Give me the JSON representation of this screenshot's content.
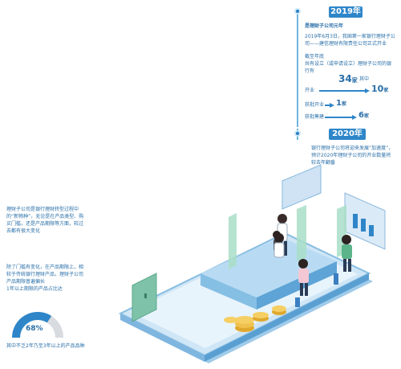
{
  "card2019": {
    "year": "2019年",
    "heading": "是理财子公司元年",
    "body": "2019年6月3日，我国第一家银行理财子公司——建信理财有限责任公司正式开业",
    "stat_intro": "截至年底\n共有设立（或申请设立）理财子公司的银行有",
    "total_num": "34",
    "total_unit": "家",
    "total_suffix": "其中",
    "rows": [
      {
        "label": "开业",
        "num": "10",
        "unit": "家",
        "share": 0.294
      },
      {
        "label": "获批开业",
        "num": "1",
        "unit": "家",
        "share": 0.029
      },
      {
        "label": "获批筹建",
        "num": "6",
        "unit": "家",
        "share": 0.176
      }
    ]
  },
  "card2020": {
    "year": "2020年",
    "body": "银行理财子公司将迎来发展“加速度”，预计2020年理财子公司的开业数量将较去年翻番"
  },
  "left": {
    "para1": "理财子公司是银行理财转型过程中的“新物种”，无论是在产品类型、购买门槛，还是产品期限等方面，较过去都有很大变化",
    "para2": "除了门槛有变化，在产品期限上，相较于传统银行理财产品，理财子公司产品期限普遍偏长\n1年以上期限的产品占比达",
    "percent": "68%",
    "percent_value": 0.68,
    "para3": "其中不乏2年乃至3年以上的产品品种"
  },
  "colors": {
    "accent": "#2e86c9",
    "light": "#cde8f7",
    "gold": "#e8b53c",
    "gauge_track": "#d8dbe0"
  }
}
